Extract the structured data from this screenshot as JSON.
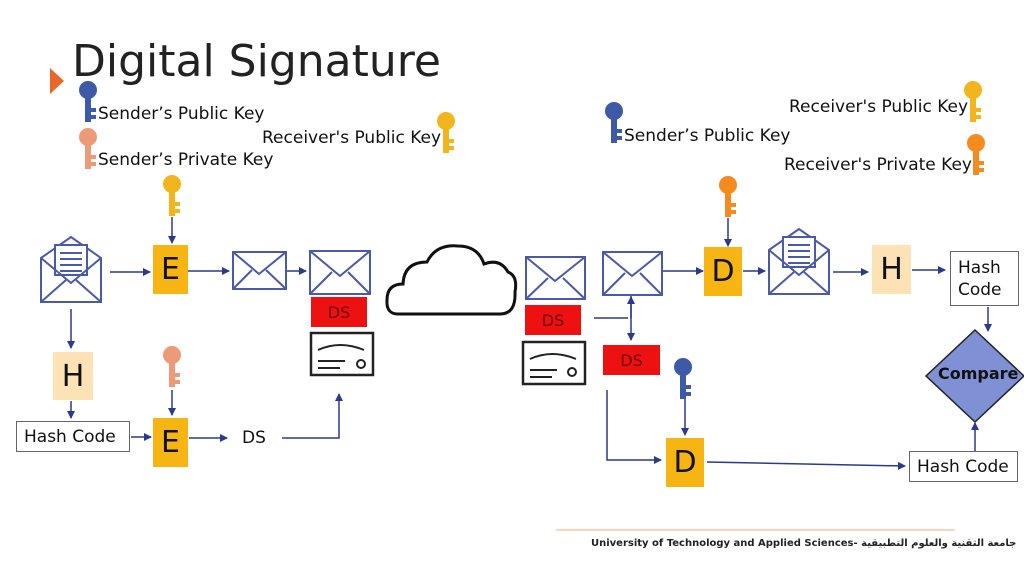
{
  "title": "Digital Signature",
  "legend": {
    "sender_public_key": "Sender’s Public Key",
    "sender_private_key": "Sender’s Private Key",
    "receiver_public_key": "Receiver's  Public Key",
    "receiver_private_key": "Receiver's Private Key"
  },
  "sender": {
    "encrypt_top": "E",
    "hash": "H",
    "hash_code": "Hash Code",
    "encrypt_bottom": "E",
    "ds_text": "DS",
    "ds_badge": "DS"
  },
  "receiver": {
    "ds_badge_1": "DS",
    "ds_badge_2": "DS",
    "decrypt_top": "D",
    "hash": "H",
    "hash_code_top": "Hash Code",
    "compare": "Compare",
    "decrypt_bottom": "D",
    "hash_code_bottom": "Hash Code"
  },
  "footer": "University of Technology and Applied Sciences- جامعة التقنية والعلوم التطبيقية",
  "colors": {
    "key_blue": "#3d5aa8",
    "key_peach": "#ed9a78",
    "key_gold": "#f2b51d",
    "key_orange": "#f58a1f",
    "yellow_box": "#f7b513",
    "peach_box": "#fde2b6",
    "red_badge": "#ee1111",
    "diamond": "#7f90d4",
    "envelope": "#4a5aa8",
    "arrow": "#2a3a8c"
  }
}
